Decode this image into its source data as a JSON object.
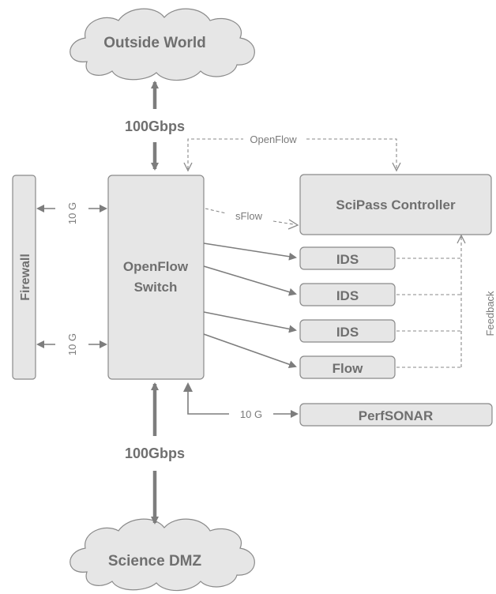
{
  "nodes": {
    "outside_world": "Outside World",
    "science_dmz": "Science DMZ",
    "firewall": "Firewall",
    "openflow_switch_line1": "OpenFlow",
    "openflow_switch_line2": "Switch",
    "scipass_controller": "SciPass Controller",
    "ids_1": "IDS",
    "ids_2": "IDS",
    "ids_3": "IDS",
    "flow": "Flow",
    "perfsonar": "PerfSONAR"
  },
  "links": {
    "top_speed": "100Gbps",
    "bottom_speed": "100Gbps",
    "fw_top": "10 G",
    "fw_bottom": "10 G",
    "perfsonar_speed": "10 G",
    "openflow": "OpenFlow",
    "sflow": "sFlow",
    "feedback": "Feedback"
  },
  "colors": {
    "box_fill": "#e6e6e6",
    "box_stroke": "#8a8a8a",
    "text": "#6f6f6f",
    "arrow": "#7d7d7d"
  }
}
